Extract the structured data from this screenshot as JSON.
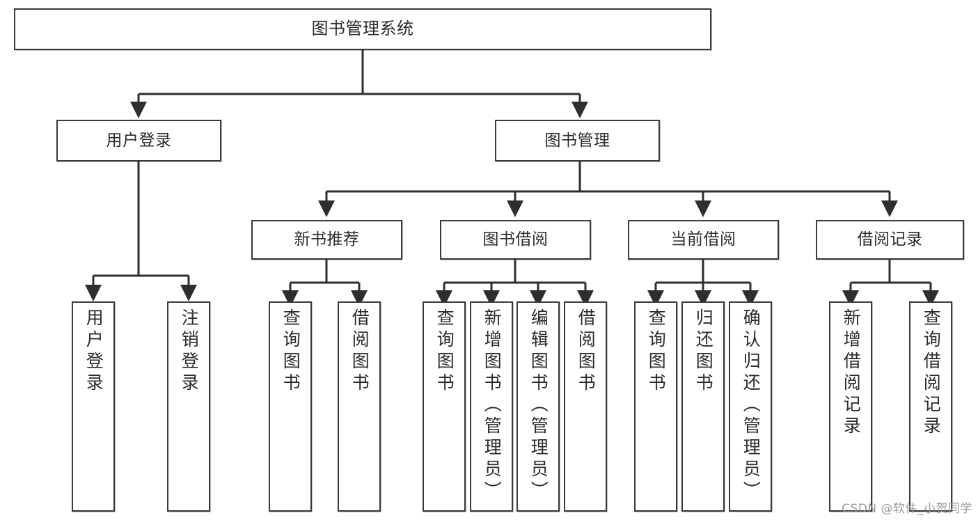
{
  "diagram": {
    "type": "tree-hierarchy",
    "title": "图书管理系统",
    "watermark": "CSDN @软件_小贺同学",
    "colors": {
      "node_border": "#3a3a3a",
      "node_fill": "#ffffff",
      "connector": "#2e2e2e",
      "text": "#2b2b2b",
      "watermark": "#9a9a9a",
      "background": "#ffffff"
    },
    "levels": {
      "root": {
        "label": "图书管理系统"
      },
      "level2": [
        {
          "id": "user-login",
          "label": "用户登录"
        },
        {
          "id": "book-manage",
          "label": "图书管理"
        }
      ],
      "level3": [
        {
          "id": "new-book-recommend",
          "label": "新书推荐",
          "parent": "book-manage"
        },
        {
          "id": "book-borrow",
          "label": "图书借阅",
          "parent": "book-manage"
        },
        {
          "id": "current-borrow",
          "label": "当前借阅",
          "parent": "book-manage"
        },
        {
          "id": "borrow-record",
          "label": "借阅记录",
          "parent": "book-manage"
        }
      ],
      "leaves": [
        {
          "id": "leaf-user-login",
          "label": "用户登录",
          "parent": "user-login"
        },
        {
          "id": "leaf-logout",
          "label": "注销登录",
          "parent": "user-login"
        },
        {
          "id": "leaf-query-book-1",
          "label": "查询图书",
          "parent": "new-book-recommend"
        },
        {
          "id": "leaf-borrow-book-1",
          "label": "借阅图书",
          "parent": "new-book-recommend"
        },
        {
          "id": "leaf-query-book-2",
          "label": "查询图书",
          "parent": "book-borrow"
        },
        {
          "id": "leaf-add-book",
          "label": "新增图书（管理员）",
          "parent": "book-borrow"
        },
        {
          "id": "leaf-edit-book",
          "label": "编辑图书（管理员）",
          "parent": "book-borrow"
        },
        {
          "id": "leaf-borrow-book-2",
          "label": "借阅图书",
          "parent": "book-borrow"
        },
        {
          "id": "leaf-query-book-3",
          "label": "查询图书",
          "parent": "current-borrow"
        },
        {
          "id": "leaf-return-book",
          "label": "归还图书",
          "parent": "current-borrow"
        },
        {
          "id": "leaf-confirm-return",
          "label": "确认归还（管理员）",
          "parent": "current-borrow"
        },
        {
          "id": "leaf-add-record",
          "label": "新增借阅记录",
          "parent": "borrow-record"
        },
        {
          "id": "leaf-query-record",
          "label": "查询借阅记录",
          "parent": "borrow-record"
        }
      ]
    }
  }
}
